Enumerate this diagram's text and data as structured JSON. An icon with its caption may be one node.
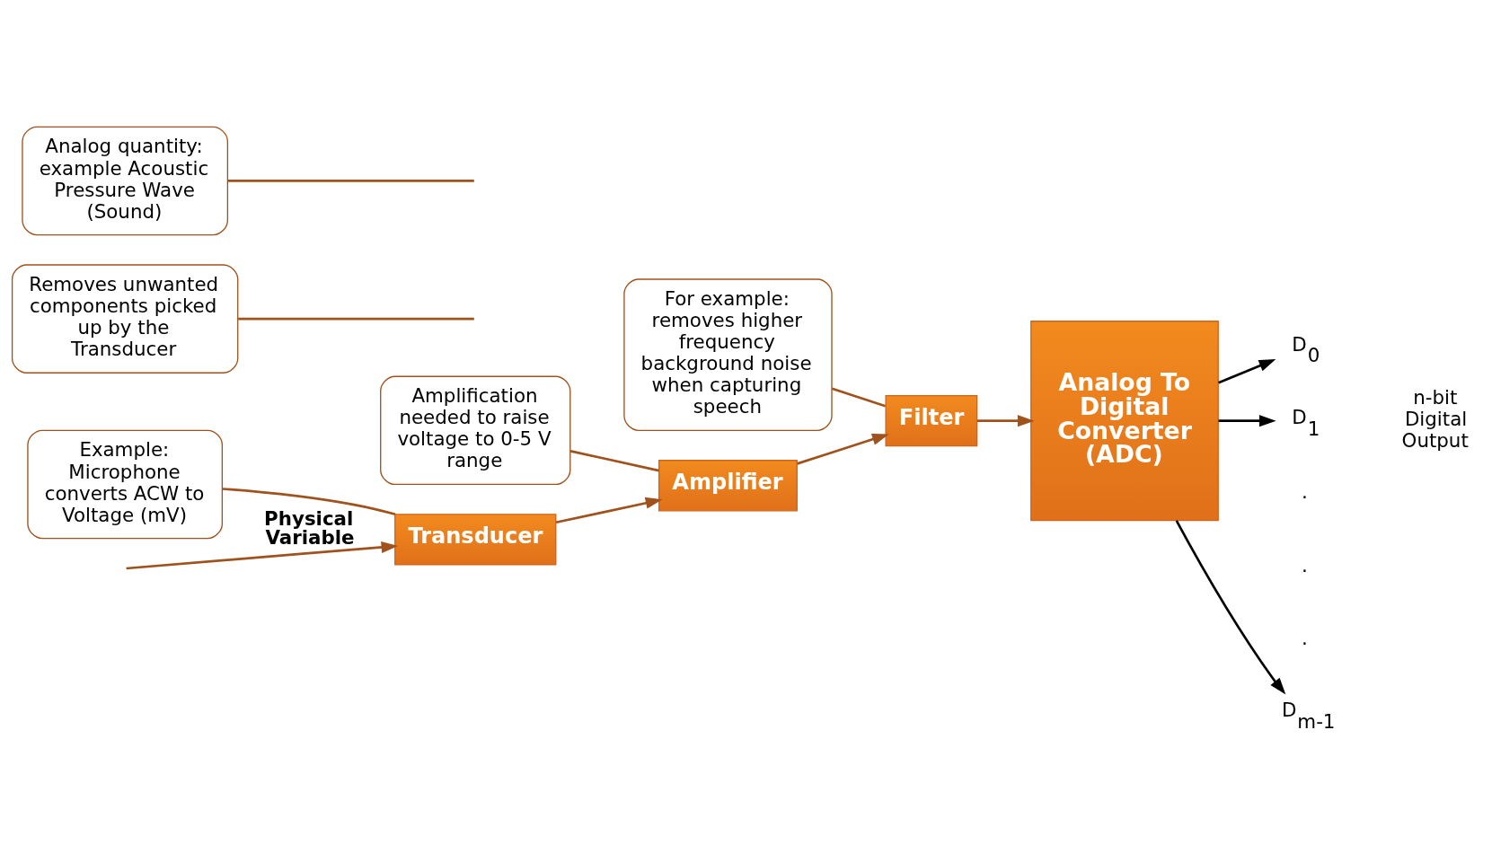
{
  "diagram": {
    "nodes": [
      {
        "text": [
          "Transducer"
        ]
      },
      {
        "text": [
          "Amplifier"
        ]
      },
      {
        "text": [
          "Filter"
        ]
      },
      {
        "text": [
          "Analog To Digital Converter (ADC)"
        ]
      },
      {
        "text": [
          "Amplification needed to raise voltage to 0-5 V range"
        ]
      },
      {
        "text": [
          "Removes unwanted components picked up by the Transducer"
        ]
      },
      {
        "text": [
          "Analog quantity: example Acoustic Pressure Wave (Sound)"
        ]
      },
      {
        "text": [
          "Example: Microphone converts ACW to Voltage (mV)"
        ]
      },
      {
        "text": [
          "For example: removes higher frequency background noise when capturing speech"
        ]
      },
      {
        "text": [
          "D$_{0}$"
        ]
      },
      {
        "text": [
          "D$_{1}$"
        ]
      },
      {
        "text": [
          "D$_{m-1}$"
        ]
      }
    ],
    "edges": [
      {
        "from": null,
        "to": 0,
        "arrow": "to",
        "label": "Physical Variable"
      },
      {
        "from": 0,
        "to": 1,
        "arrow": "to"
      },
      {
        "from": 1,
        "to": 2,
        "arrow": "to"
      },
      {
        "from": 2,
        "to": 3,
        "arrow": "to"
      },
      {
        "from": 3,
        "to": 9,
        "arrow": "to",
        "color": "#000000"
      },
      {
        "from": 3,
        "to": 10,
        "arrow": "to",
        "color": "#000000"
      },
      {
        "from": 3,
        "to": 11,
        "arrow": "to",
        "color": "#000000"
      },
      {
        "from": 4,
        "to": 1,
        "arrow": "none"
      },
      {
        "from": 5,
        "to": null,
        "arrow": "none"
      },
      {
        "from": 6,
        "to": null,
        "arrow": "none"
      },
      {
        "from": 7,
        "to": 0,
        "arrow": "none"
      },
      {
        "from": 8,
        "to": 2,
        "arrow": "none"
      }
    ],
    "labels": [
      ".",
      ".",
      ".",
      "n-bit Digital Output"
    ]
  }
}
